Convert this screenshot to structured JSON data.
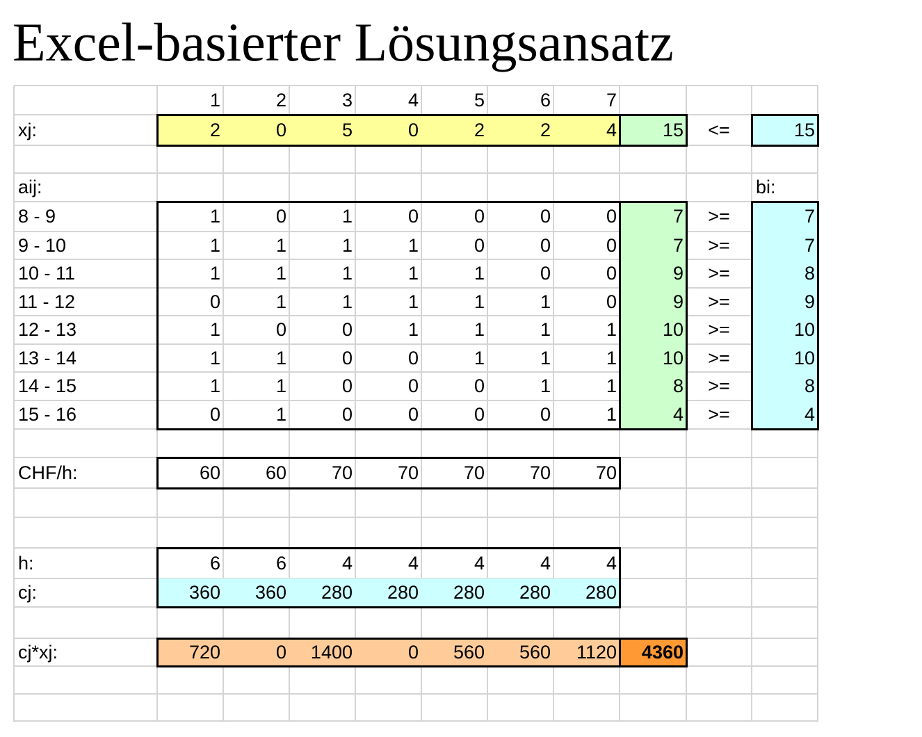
{
  "title": "Excel-basierter Lösungsansatz",
  "colors": {
    "xj_fill": "#ffff99",
    "sum_fill": "#ccffcc",
    "bi_fill": "#ccffff",
    "cj_fill": "#ccffff",
    "cost_fill": "#ffcc99",
    "total_fill": "#ff9933",
    "gridline": "#d4d4d4",
    "border": "#000000"
  },
  "column_headers": [
    "1",
    "2",
    "3",
    "4",
    "5",
    "6",
    "7"
  ],
  "xj": {
    "label": "xj:",
    "values": [
      "2",
      "0",
      "5",
      "0",
      "2",
      "2",
      "4"
    ],
    "sum": "15",
    "operator": "<=",
    "bound": "15"
  },
  "aij": {
    "label": "aij:",
    "bi_label": "bi:",
    "rows": [
      {
        "label": "8 - 9",
        "values": [
          "1",
          "0",
          "1",
          "0",
          "0",
          "0",
          "0"
        ],
        "sum": "7",
        "operator": ">=",
        "bi": "7"
      },
      {
        "label": "9 - 10",
        "values": [
          "1",
          "1",
          "1",
          "1",
          "0",
          "0",
          "0"
        ],
        "sum": "7",
        "operator": ">=",
        "bi": "7"
      },
      {
        "label": "10 - 11",
        "values": [
          "1",
          "1",
          "1",
          "1",
          "1",
          "0",
          "0"
        ],
        "sum": "9",
        "operator": ">=",
        "bi": "8"
      },
      {
        "label": "11 - 12",
        "values": [
          "0",
          "1",
          "1",
          "1",
          "1",
          "1",
          "0"
        ],
        "sum": "9",
        "operator": ">=",
        "bi": "9"
      },
      {
        "label": "12 - 13",
        "values": [
          "1",
          "0",
          "0",
          "1",
          "1",
          "1",
          "1"
        ],
        "sum": "10",
        "operator": ">=",
        "bi": "10"
      },
      {
        "label": "13 - 14",
        "values": [
          "1",
          "1",
          "0",
          "0",
          "1",
          "1",
          "1"
        ],
        "sum": "10",
        "operator": ">=",
        "bi": "10"
      },
      {
        "label": "14 - 15",
        "values": [
          "1",
          "1",
          "0",
          "0",
          "0",
          "1",
          "1"
        ],
        "sum": "8",
        "operator": ">=",
        "bi": "8"
      },
      {
        "label": "15 - 16",
        "values": [
          "0",
          "1",
          "0",
          "0",
          "0",
          "0",
          "1"
        ],
        "sum": "4",
        "operator": ">=",
        "bi": "4"
      }
    ]
  },
  "rate": {
    "label": "CHF/h:",
    "values": [
      "60",
      "60",
      "70",
      "70",
      "70",
      "70",
      "70"
    ]
  },
  "hours": {
    "label": "h:",
    "values": [
      "6",
      "6",
      "4",
      "4",
      "4",
      "4",
      "4"
    ]
  },
  "cj": {
    "label": "cj:",
    "values": [
      "360",
      "360",
      "280",
      "280",
      "280",
      "280",
      "280"
    ]
  },
  "cost": {
    "label": "cj*xj:",
    "values": [
      "720",
      "0",
      "1400",
      "0",
      "560",
      "560",
      "1120"
    ],
    "total": "4360"
  }
}
